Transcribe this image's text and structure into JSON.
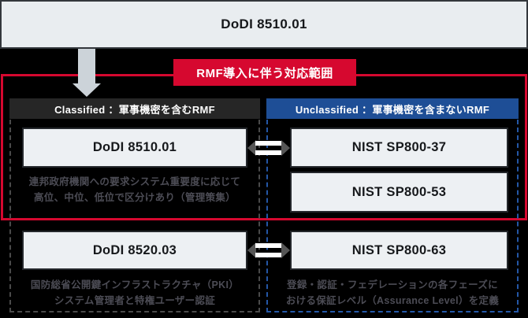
{
  "top": {
    "title": "DoDI 8510.01"
  },
  "banner": {
    "label": "RMF導入に伴う対応範囲"
  },
  "columns": {
    "classified": {
      "header": "Classified ：軍事機密を含むRMF",
      "upper_box": "DoDI 8510.01",
      "upper_note_line1": "連邦政府機関への要求システム重要度に応じて",
      "upper_note_line2": "高位、中位、低位で区分けあり（管理策集）",
      "lower_box": "DoDI 8520.03",
      "lower_note_line1": "国防総省公開鍵インフラストラクチャ（PKI）",
      "lower_note_line2": "システム管理者と特権ユーザー認証"
    },
    "unclassified": {
      "header": "Unclassified ：軍事機密を含まないRMF",
      "upper_box1": "NIST SP800-37",
      "upper_box2": "NIST SP800-53",
      "lower_box": "NIST SP800-63",
      "lower_note_line1": "登録・認証・フェデレーションの各フェーズに",
      "lower_note_line2": "おける保証レベル（Assurance Level）を定義"
    }
  },
  "icons": {
    "down_arrow": "down-arrow-icon",
    "equals_arrow": "equals-arrow-icon"
  },
  "colors": {
    "background": "#000000",
    "accent_red": "#d6082f",
    "unclassified_blue": "#1e4e96",
    "classified_dark": "#262626",
    "node_fill": "#edf0f3",
    "top_box_fill": "#e9edf0",
    "arrow_gray": "#ccd3d9",
    "note_text_gray": "#4c4c55",
    "dashed_gray": "#4a4a4a",
    "dashed_blue": "#2457a7"
  }
}
